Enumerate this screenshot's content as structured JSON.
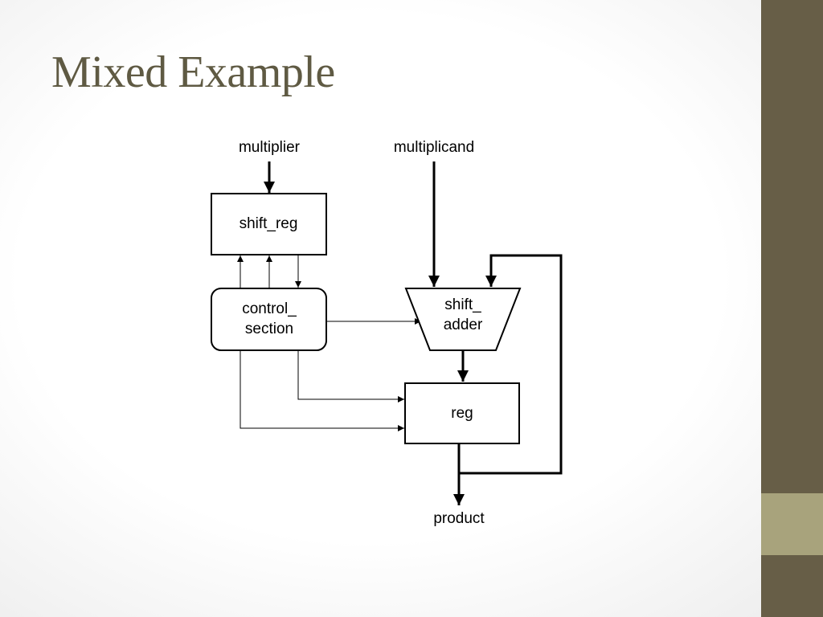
{
  "slide": {
    "title": "Mixed Example"
  },
  "theme": {
    "title_color": "#5f5a43",
    "sidebar_color": "#675e47",
    "sidebar_accent_color": "#a8a37c"
  },
  "diagram": {
    "inputs": {
      "multiplier": "multiplier",
      "multiplicand": "multiplicand"
    },
    "blocks": {
      "shift_reg": "shift_reg",
      "control_line1": "control_",
      "control_line2": "section",
      "adder_line1": "shift_",
      "adder_line2": "adder",
      "reg": "reg"
    },
    "outputs": {
      "product": "product"
    }
  }
}
